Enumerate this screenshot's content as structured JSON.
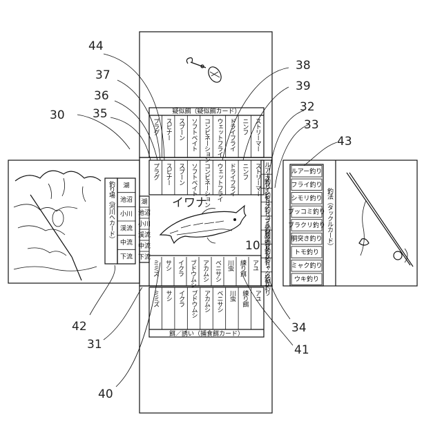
{
  "reference_numerals": {
    "n30": "30",
    "n31": "31",
    "n32": "32",
    "n33": "33",
    "n34": "34",
    "n35": "35",
    "n36": "36",
    "n37": "37",
    "n38": "38",
    "n39": "39",
    "n40": "40",
    "n41": "41",
    "n42": "42",
    "n43": "43",
    "n44": "44"
  },
  "top_card": {
    "title": "疑似餌（疑似餌カード）",
    "items": [
      "ストリーマー",
      "ニンフ",
      "ドライフライ",
      "ウェットフライ",
      "コンビネーション",
      "ソフトベイト",
      "スプーン",
      "スピナー",
      "プラグ"
    ]
  },
  "center_card": {
    "fish_name": "イワナ",
    "number": "10",
    "top_row": [
      "ストリーマー",
      "ニンフ",
      "ドライフライ",
      "ウェットフライ",
      "コンビネーション",
      "ソフトベイト",
      "スプーン",
      "スピナー",
      "プラグ"
    ],
    "bottom_row": [
      "アユ",
      "練り餌",
      "川虫",
      "ベニサシ",
      "アカムシ",
      "ブドウムシ",
      "イクラ",
      "サシ",
      "ミミズ"
    ],
    "left_col": [
      "湖",
      "池沼",
      "小川",
      "渓流",
      "中流",
      "下流"
    ],
    "right_col": [
      "ルアー釣り",
      "フライ釣り",
      "シモリ釣り",
      "ブッコミ釣り",
      "ブラクリ釣り",
      "胴突き釣り",
      "トモ釣り",
      "ミャク釣り",
      "ウキ釣り"
    ]
  },
  "left_card": {
    "title": "釣り場（河川ヘカード）",
    "items": [
      "湖",
      "池沼",
      "小川",
      "渓流",
      "中流",
      "下流"
    ]
  },
  "right_card": {
    "title": "釣法（タックルカード）",
    "items": [
      "ルアー釣り",
      "フライ釣り",
      "シモリ釣り",
      "ブッコミ釣り",
      "ブラクリ釣り",
      "胴突き釣り",
      "トモ釣り",
      "ミャク釣り",
      "ウキ釣り"
    ]
  },
  "bottom_card": {
    "title": "餌／誘い（捕食餌カード）",
    "items": [
      "アユ",
      "練り餌",
      "川虫",
      "ベニサシ",
      "アカムシ",
      "ブドウムシ",
      "イクラ",
      "サシ",
      "ミミズ"
    ]
  }
}
